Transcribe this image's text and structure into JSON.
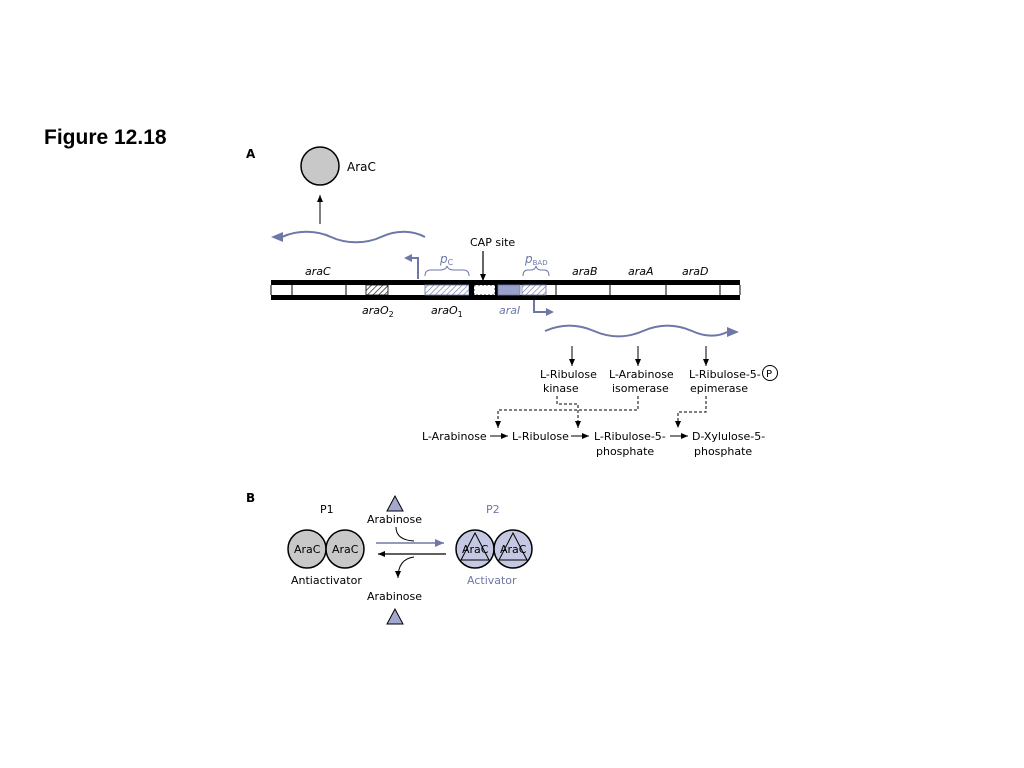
{
  "figure_title": "Figure 12.18",
  "panel_a": {
    "label": "A",
    "protein": "AraC",
    "genes": {
      "araC": "araC",
      "araB": "araB",
      "araA": "araA",
      "araD": "araD"
    },
    "promoters": {
      "pc_p": "p",
      "pc_sub": "C",
      "pbad_p": "p",
      "pbad_sub": "BAD"
    },
    "cap_site": "CAP site",
    "sites": {
      "araO2_base": "araO",
      "araO2_sub": "2",
      "araO1_base": "araO",
      "araO1_sub": "1",
      "araI": "araI"
    },
    "enzymes": {
      "kinase_line1": "L-Ribulose",
      "kinase_line2": "kinase",
      "isomerase_line1": "L-Arabinose",
      "isomerase_line2": "isomerase",
      "epimerase_line1": "L-Ribulose-5-",
      "epimerase_phosphate": "P",
      "epimerase_line2": "epimerase"
    },
    "pathway": {
      "arabinose": "L-Arabinose",
      "ribulose": "L-Ribulose",
      "ribulose5p_line1": "L-Ribulose-5-",
      "ribulose5p_line2": "phosphate",
      "xylulose5p_line1": "D-Xylulose-5-",
      "xylulose5p_line2": "phosphate"
    }
  },
  "panel_b": {
    "label": "B",
    "p1_label": "P1",
    "p2_label": "P2",
    "monomer": "AraC",
    "arabinose_top": "Arabinose",
    "arabinose_bottom": "Arabinose",
    "antiactivator": "Antiactivator",
    "activator": "Activator"
  },
  "colors": {
    "accent": "#6e78a8",
    "protein_gray": "#c8c8c8",
    "activator_fill": "#c5c8e2",
    "triangle_fill": "#a3a8d0"
  }
}
